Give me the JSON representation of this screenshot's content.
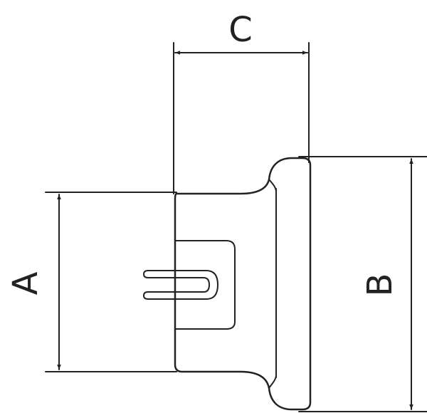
{
  "labels": {
    "dim_a": "A",
    "dim_b": "B",
    "dim_c": "C"
  },
  "colors": {
    "line": "#222222",
    "background": "#ffffff"
  }
}
